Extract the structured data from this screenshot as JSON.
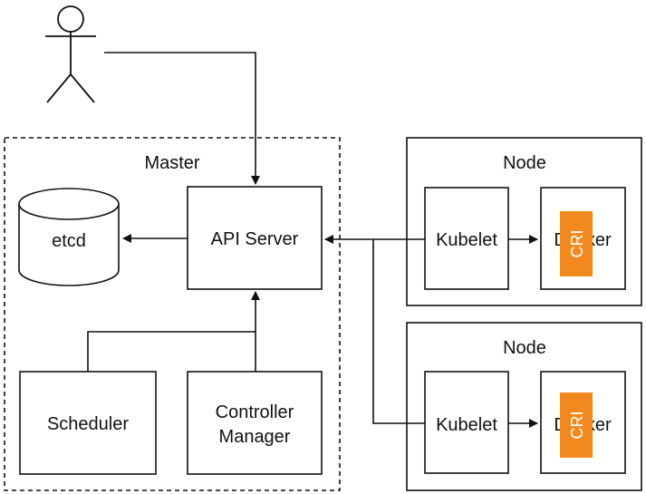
{
  "master": {
    "label": "Master"
  },
  "api_server": {
    "label": "API Server"
  },
  "etcd": {
    "label": "etcd"
  },
  "scheduler": {
    "label": "Scheduler"
  },
  "controller_manager": {
    "line1": "Controller",
    "line2": "Manager"
  },
  "nodes": [
    {
      "label": "Node",
      "kubelet_label": "Kubelet",
      "runtime_label": "Docker",
      "cri_label": "CRI"
    },
    {
      "label": "Node",
      "kubelet_label": "Kubelet",
      "runtime_label": "Docker",
      "cri_label": "CRI"
    }
  ],
  "colors": {
    "cri_fill": "#F2891E",
    "cri_text": "#ffffff",
    "line": "#111111"
  }
}
